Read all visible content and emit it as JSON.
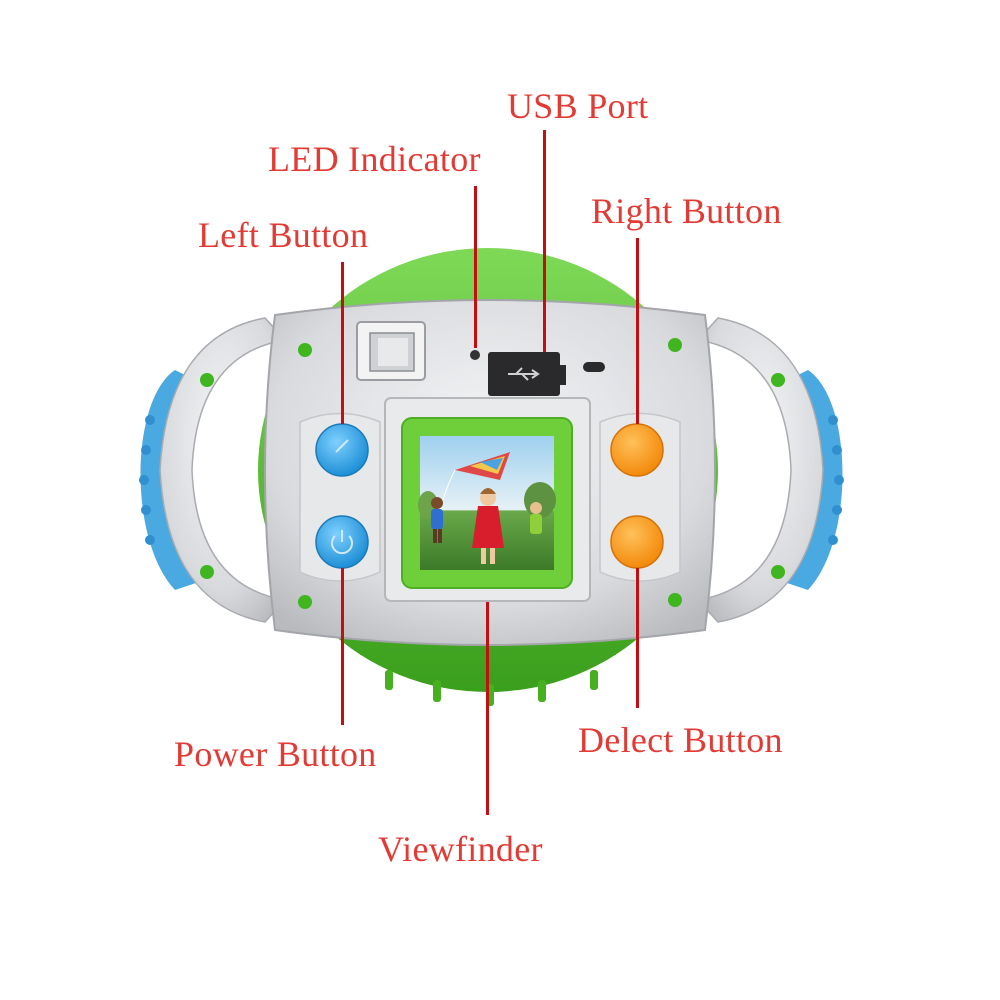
{
  "callouts": {
    "usb_port": "USB Port",
    "led_indicator": "LED Indicator",
    "left_button": "Left Button",
    "right_button": "Right Button",
    "power_button": "Power Button",
    "delect_button": "Delect Button",
    "viewfinder": "Viewfinder"
  },
  "colors": {
    "label_text": "#e23b35",
    "leader_line": "#c40f12",
    "body_silver": "#dcdde0",
    "shell_green": "#5cc12e",
    "grip_blue": "#4aa9e0",
    "button_blue": "#3da9ea",
    "button_orange": "#ff9a1a",
    "stud_green": "#3fb520"
  },
  "icons": {
    "left_button": "back-arrow-icon",
    "power_button": "power-icon",
    "usb": "usb-icon"
  }
}
